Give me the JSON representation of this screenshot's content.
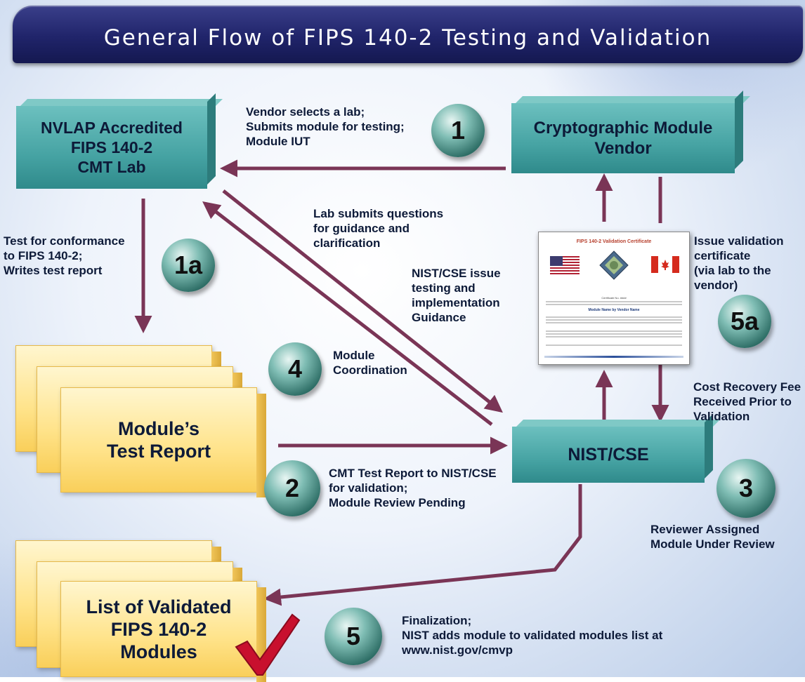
{
  "banner": {
    "title": "General Flow of FIPS 140-2 Testing and Validation"
  },
  "boxes": {
    "lab": [
      "NVLAP Accredited",
      "FIPS 140-2",
      "CMT Lab"
    ],
    "vendor": [
      "Cryptographic Module",
      "Vendor"
    ],
    "nist": "NIST/CSE"
  },
  "pages": {
    "report": [
      "Module’s",
      "Test Report"
    ],
    "list": [
      "List of Validated",
      "FIPS 140-2",
      "Modules"
    ]
  },
  "steps": [
    "1",
    "1a",
    "4",
    "2",
    "5a",
    "3",
    "5"
  ],
  "labels": {
    "step1": [
      "Vendor selects a lab;",
      "Submits module for testing;",
      "Module IUT"
    ],
    "step1a": [
      "Test for conformance",
      "to FIPS 140-2;",
      "Writes test report"
    ],
    "questions": [
      "Lab submits questions",
      "for guidance and",
      "clarification"
    ],
    "guidance": [
      "NIST/CSE issue",
      "testing and",
      "implementation",
      "Guidance"
    ],
    "step4": [
      "Module",
      "Coordination"
    ],
    "step2": [
      "CMT Test Report to NIST/CSE",
      "for validation;",
      "Module Review Pending"
    ],
    "issue": [
      "Issue validation",
      "certificate",
      "(via lab to the",
      "vendor)"
    ],
    "fee": [
      "Cost Recovery Fee",
      "Received Prior to",
      "Validation"
    ],
    "step3": [
      "Reviewer Assigned",
      "Module Under Review"
    ],
    "step5": [
      "Finalization;",
      "NIST adds module to validated modules list at",
      "www.nist.gov/cmvp"
    ]
  },
  "certificate": {
    "title": "FIPS 140-2 Validation Certificate",
    "cert_no": "Certificate No. ####",
    "module_name": "Module Name by Vendor Name"
  },
  "colors": {
    "banner": "#20246a",
    "box": "#46a3a3",
    "page": "#ffe38a",
    "arrow": "#7a3556",
    "checkmark": "#c8102e"
  }
}
